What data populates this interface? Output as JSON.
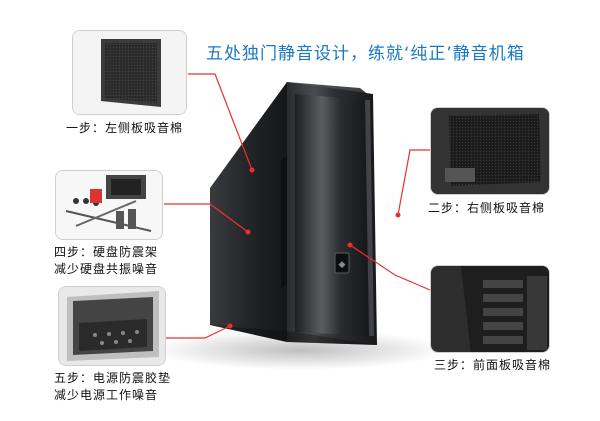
{
  "headline": {
    "part1": "五处独门静音设计，练就",
    "part2": "‘纯正’静音机箱"
  },
  "callouts": [
    {
      "lines": [
        "一步：左侧板吸音棉"
      ]
    },
    {
      "lines": [
        "二步：右侧板吸音棉"
      ]
    },
    {
      "lines": [
        "四步：硬盘防震架",
        "减少硬盘共振噪音"
      ]
    },
    {
      "lines": [
        "三步：前面板吸音棉"
      ]
    },
    {
      "lines": [
        "五步：电源防震胶垫",
        "减少电源工作噪音"
      ]
    }
  ],
  "colors": {
    "headline": "#1a78c2",
    "connector": "#e8312f",
    "case_body": "#1c1d1f"
  }
}
